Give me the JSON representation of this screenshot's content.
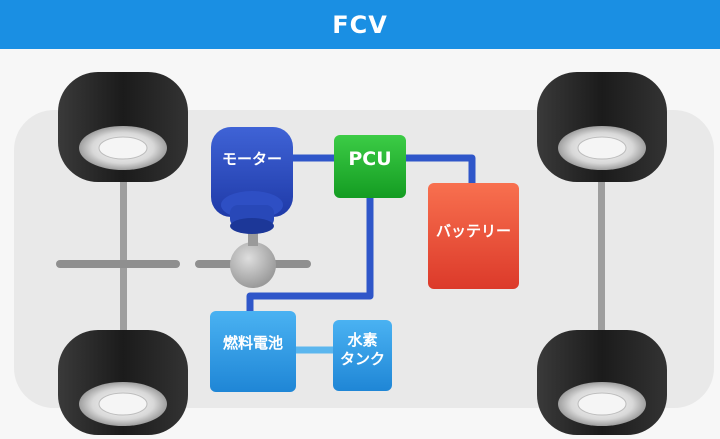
{
  "header": {
    "title": "FCV"
  },
  "components": {
    "motor": {
      "label": "モーター",
      "color": "#2745b8"
    },
    "pcu": {
      "label": "PCU",
      "color": "#1fae2a"
    },
    "battery": {
      "label": "バッテリー",
      "color": "#ee4f3a"
    },
    "fuel_cell": {
      "label": "燃料電池",
      "color": "#2d9be6"
    },
    "hydrogen_tank": {
      "label": "水素\nタンク",
      "color": "#2d9be6"
    }
  },
  "colors": {
    "wire": "#2f56c9",
    "body": "#eaeaea",
    "axle": "#9a9a9a",
    "tire": "#222222"
  }
}
